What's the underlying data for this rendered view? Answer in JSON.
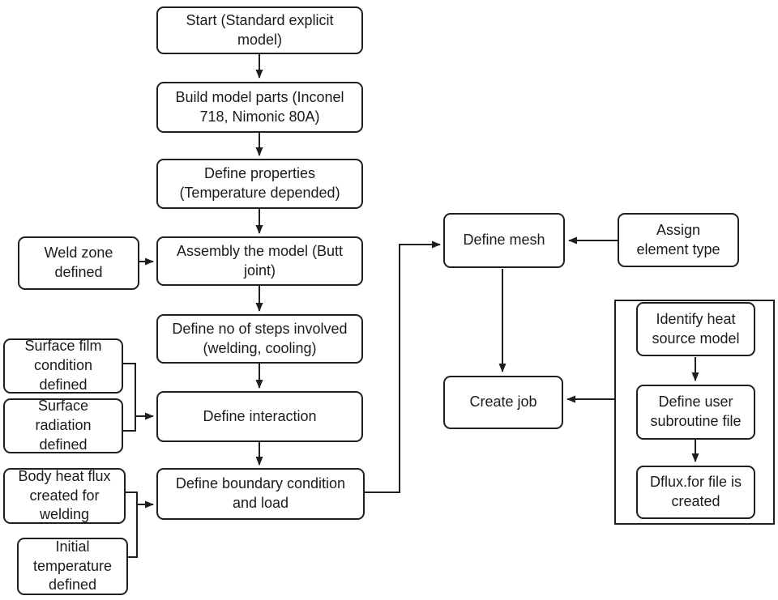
{
  "colors": {
    "stroke": "#1f1f1f",
    "box_fill": "#ffffff",
    "background": "#ffffff",
    "text": "#1b1b1b"
  },
  "nodes": {
    "start": {
      "label": "Start (Standard explicit\nmodel)"
    },
    "build_parts": {
      "label": "Build model parts (Inconel\n718, Nimonic 80A)"
    },
    "define_properties": {
      "label": "Define properties\n(Temperature depended)"
    },
    "assembly": {
      "label": "Assembly the model (Butt\njoint)"
    },
    "define_steps": {
      "label": "Define no of steps involved\n(welding, cooling)"
    },
    "define_interaction": {
      "label": "Define interaction"
    },
    "define_boundary": {
      "label": "Define boundary condition\nand load"
    },
    "weld_zone": {
      "label": "Weld zone\ndefined"
    },
    "surface_film": {
      "label": "Surface film\ncondition\ndefined"
    },
    "surface_radiation": {
      "label": "Surface\nradiation\ndefined"
    },
    "body_heat_flux": {
      "label": "Body heat flux\ncreated for\nwelding"
    },
    "initial_temperature": {
      "label": "Initial\ntemperature\ndefined"
    },
    "define_mesh": {
      "label": "Define mesh"
    },
    "assign_element_type": {
      "label": "Assign\nelement type"
    },
    "create_job": {
      "label": "Create job"
    },
    "identify_heat_source": {
      "label": "Identify heat\nsource model"
    },
    "define_subroutine": {
      "label": "Define user\nsubroutine file"
    },
    "dflux_created": {
      "label": "Dflux.for file is\ncreated"
    }
  },
  "edges": [
    {
      "from": "start",
      "to": "build_parts"
    },
    {
      "from": "build_parts",
      "to": "define_properties"
    },
    {
      "from": "define_properties",
      "to": "assembly"
    },
    {
      "from": "weld_zone",
      "to": "assembly"
    },
    {
      "from": "assembly",
      "to": "define_steps"
    },
    {
      "from": "define_steps",
      "to": "define_interaction"
    },
    {
      "from": "surface_film",
      "to": "define_interaction"
    },
    {
      "from": "surface_radiation",
      "to": "define_interaction"
    },
    {
      "from": "define_interaction",
      "to": "define_boundary"
    },
    {
      "from": "body_heat_flux",
      "to": "define_boundary"
    },
    {
      "from": "initial_temperature",
      "to": "define_boundary"
    },
    {
      "from": "define_boundary",
      "to": "define_mesh"
    },
    {
      "from": "assign_element_type",
      "to": "define_mesh"
    },
    {
      "from": "define_mesh",
      "to": "create_job"
    },
    {
      "from": "identify_heat_source",
      "to": "define_subroutine"
    },
    {
      "from": "define_subroutine",
      "to": "dflux_created"
    },
    {
      "from": "heat_source_group",
      "to": "create_job"
    }
  ]
}
